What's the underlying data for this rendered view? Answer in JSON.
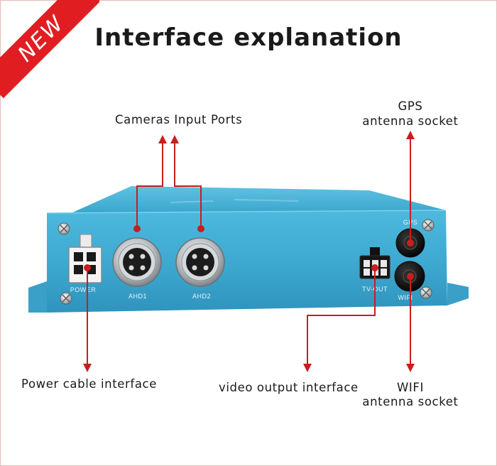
{
  "badge": {
    "text": "NEW"
  },
  "title": "Interface explanation",
  "labels": {
    "cameras": "Cameras Input Ports",
    "gps_line1": "GPS",
    "gps_line2": "antenna socket",
    "power": "Power cable interface",
    "video": "video output interface",
    "wifi_line1": "WIFI",
    "wifi_line2": "antenna socket"
  },
  "device_marks": {
    "power": "POWER",
    "ahd1": "AHD1",
    "ahd2": "AHD2",
    "tvout": "TV-OUT",
    "gps": "GPS",
    "wifi": "WIFI"
  },
  "colors": {
    "device": "#41acd0",
    "callout": "#c81e1e",
    "badge": "#e01e22"
  }
}
